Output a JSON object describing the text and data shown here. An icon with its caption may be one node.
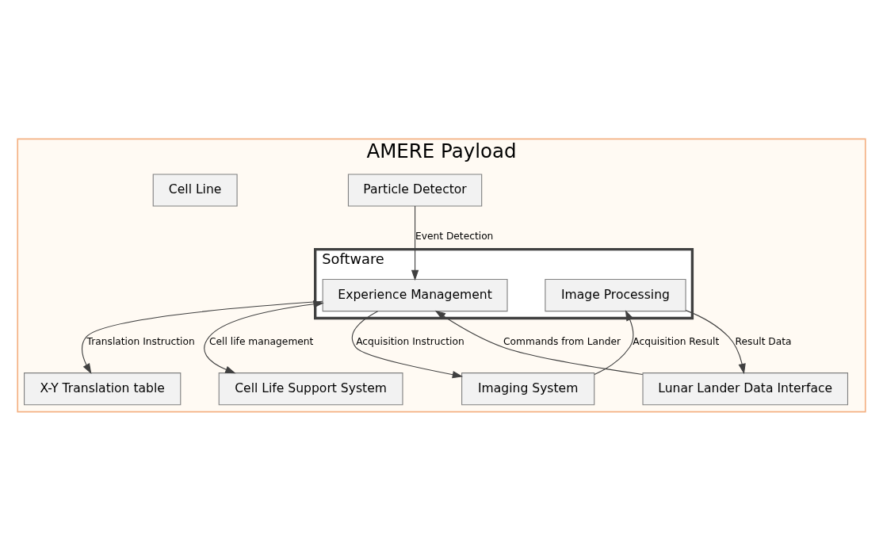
{
  "diagram": {
    "nodes": [
      {
        "text": [
          "AMERE Payload"
        ]
      },
      {
        "text": [
          "Software"
        ],
        "in": 0
      },
      {
        "text": [
          "Experience Management"
        ],
        "in": 1
      },
      {
        "text": [
          "Image Processing"
        ],
        "in": 1
      },
      {
        "text": [
          "Particle Detector"
        ],
        "in": 0
      },
      {
        "text": [
          "Lunar Lander Data Interface"
        ],
        "in": 0
      },
      {
        "text": [
          "Imaging System"
        ],
        "in": 0
      },
      {
        "text": [
          "X-Y Translation table"
        ],
        "in": 0
      },
      {
        "text": [
          "Cell Life Support System"
        ],
        "in": 0
      },
      {
        "text": [
          "Cell Line"
        ],
        "in": 0
      }
    ],
    "edges": [
      {
        "from": 4,
        "to": 2,
        "arrow": "to",
        "label": "Event Detection"
      },
      {
        "from": 5,
        "to": 2,
        "arrow": "to",
        "label": "Commands from Lander"
      },
      {
        "from": 3,
        "to": 5,
        "arrow": "to",
        "label": "Result Data"
      },
      {
        "from": 2,
        "to": 6,
        "arrow": "to",
        "label": "Acquisition Instruction"
      },
      {
        "from": 2,
        "to": 7,
        "arrow": "to",
        "label": "Translation Instruction"
      },
      {
        "from": 6,
        "to": 3,
        "arrow": "to",
        "label": "Acquisition Result"
      },
      {
        "from": 2,
        "to": 8,
        "arrow": "both",
        "label": "Cell life management"
      }
    ]
  }
}
